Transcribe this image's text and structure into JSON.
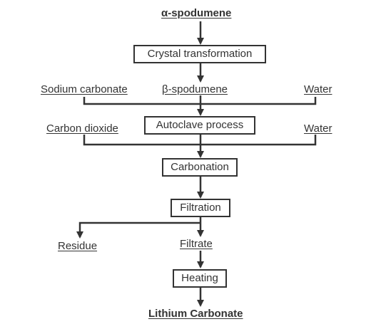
{
  "diagram": {
    "start": "α-spodumene",
    "step1": "Crystal transformation",
    "reagent_left_1": "Sodium carbonate",
    "intermediate": "β-spodumene",
    "reagent_right_1": "Water",
    "step2": "Autoclave process",
    "reagent_left_2": "Carbon dioxide",
    "reagent_right_2": "Water",
    "step3": "Carbonation",
    "step4": "Filtration",
    "residue": "Residue",
    "filtrate": "Filtrate",
    "step5": "Heating",
    "product": "Lithium Carbonate"
  }
}
